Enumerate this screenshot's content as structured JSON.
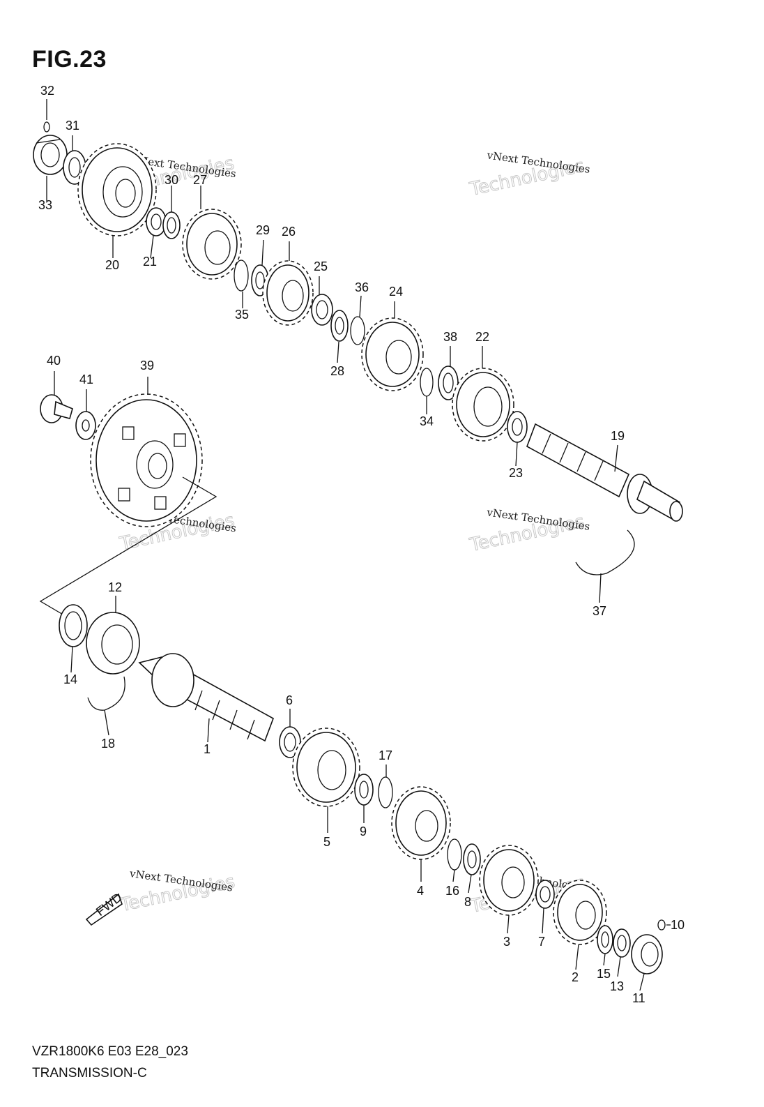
{
  "figure": {
    "title": "FIG.23"
  },
  "footer": {
    "model_code": "VZR1800K6 E03 E28_023",
    "section": "TRANSMISSION-C"
  },
  "watermark": {
    "brand": "vNext Technologies",
    "word": "Technologies"
  },
  "direction_badge": "FWD",
  "callouts": [
    "1",
    "2",
    "3",
    "4",
    "5",
    "6",
    "7",
    "8",
    "9",
    "10",
    "11",
    "12",
    "13",
    "14",
    "15",
    "16",
    "17",
    "18",
    "19",
    "20",
    "21",
    "22",
    "23",
    "24",
    "25",
    "26",
    "27",
    "28",
    "29",
    "30",
    "31",
    "32",
    "33",
    "34",
    "35",
    "36",
    "37",
    "38",
    "39",
    "40",
    "41"
  ]
}
